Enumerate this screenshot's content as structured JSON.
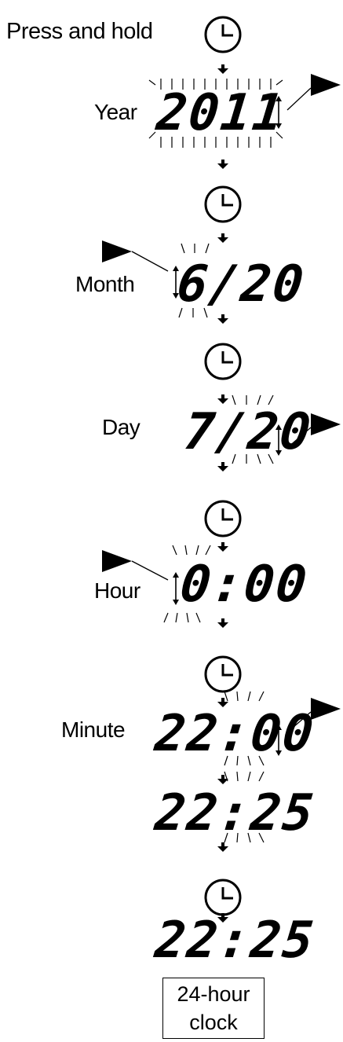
{
  "intro": "Press and hold",
  "steps": [
    {
      "label": "Year",
      "display": "2011"
    },
    {
      "label": "Month",
      "display": "6/20"
    },
    {
      "label": "Day",
      "display": "7/20"
    },
    {
      "label": "Hour",
      "display": "0:00"
    },
    {
      "label": "Minute",
      "display": "22:00"
    }
  ],
  "result_displays": [
    "22:25",
    "22:25"
  ],
  "caption": {
    "line1": "24-hour",
    "line2": "clock"
  },
  "icons": [
    "clock-button-icon",
    "down-arrow-icon",
    "play-triangle-icon",
    "up-down-arrow-icon"
  ]
}
